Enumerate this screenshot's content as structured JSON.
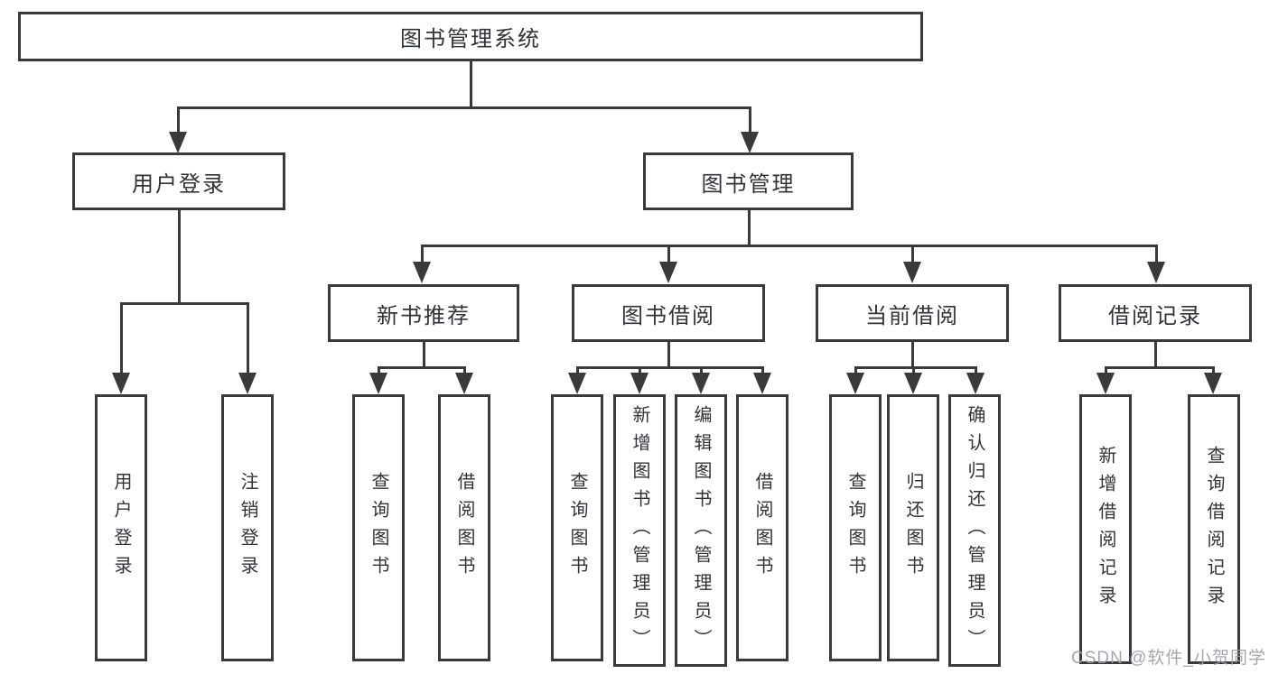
{
  "diagram_title": "图书管理系统",
  "tree": {
    "label": "图书管理系统",
    "children": [
      {
        "label": "用户登录",
        "children": [
          {
            "label": "用户登录"
          },
          {
            "label": "注销登录"
          }
        ]
      },
      {
        "label": "图书管理",
        "children": [
          {
            "label": "新书推荐",
            "children": [
              {
                "label": "查询图书"
              },
              {
                "label": "借阅图书"
              }
            ]
          },
          {
            "label": "图书借阅",
            "children": [
              {
                "label": "查询图书"
              },
              {
                "label": "新增图书（管理员）"
              },
              {
                "label": "编辑图书（管理员）"
              },
              {
                "label": "借阅图书"
              }
            ]
          },
          {
            "label": "当前借阅",
            "children": [
              {
                "label": "查询图书"
              },
              {
                "label": "归还图书"
              },
              {
                "label": "确认归还（管理员）"
              }
            ]
          },
          {
            "label": "借阅记录",
            "children": [
              {
                "label": "新增借阅记录"
              },
              {
                "label": "查询借阅记录"
              }
            ]
          }
        ]
      }
    ]
  },
  "watermark": "CSDN @软件_小贺同学",
  "colors": {
    "background": "#ffffff",
    "box_border": "#3a3a3c",
    "connector": "#3a3a3c",
    "text": "#303338",
    "watermark_text": "#9ba0a8"
  }
}
